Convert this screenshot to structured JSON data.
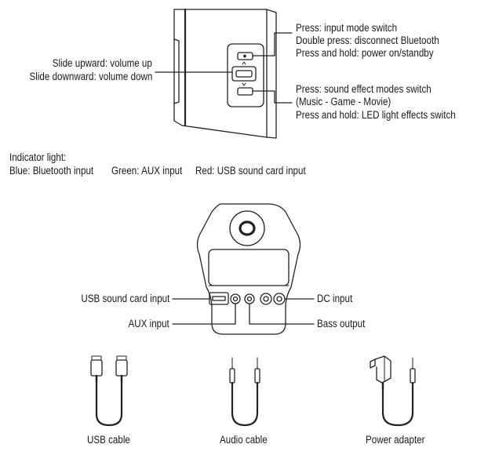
{
  "top_device": {
    "left_labels": [
      "Slide upward: volume up",
      "Slide downward: volume down"
    ],
    "right_top_labels": [
      "Press: input mode switch",
      "Double press: disconnect Bluetooth",
      "Press and hold: power on/standby"
    ],
    "right_bottom_labels": [
      "Press: sound effect modes switch",
      "(Music - Game - Movie)",
      "Press and hold: LED light effects switch"
    ]
  },
  "indicator": {
    "title": "Indicator light:",
    "items": [
      "Blue: Bluetooth input",
      "Green: AUX input",
      "Red: USB sound card input"
    ]
  },
  "back_panel": {
    "usb_label": "USB sound card input",
    "aux_label": "AUX input",
    "dc_label": "DC input",
    "bass_label": "Bass output"
  },
  "accessories": [
    "USB cable",
    "Audio cable",
    "Power adapter"
  ]
}
